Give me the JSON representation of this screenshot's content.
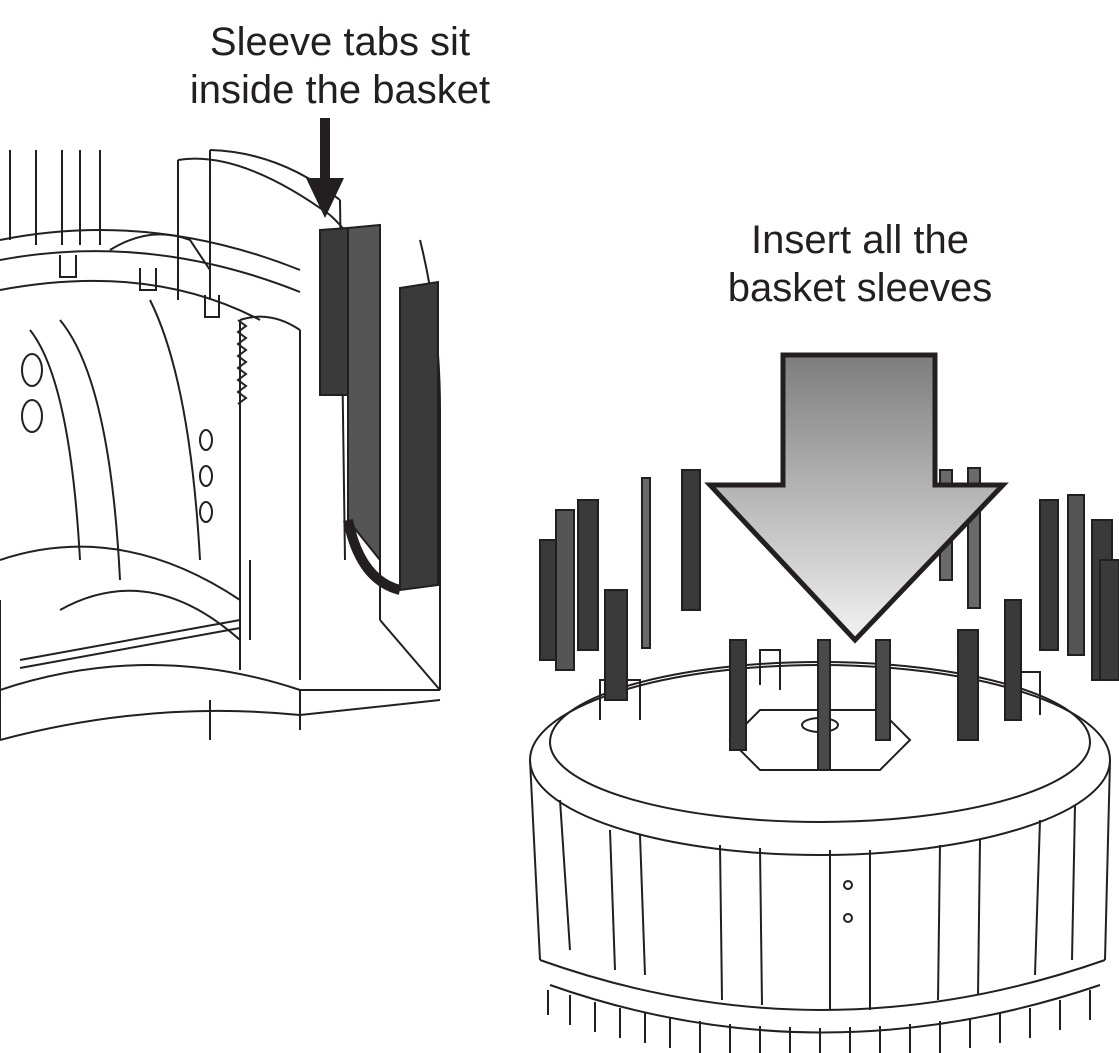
{
  "callouts": {
    "left": {
      "line1": "Sleeve tabs sit",
      "line2": "inside the basket"
    },
    "right": {
      "line1": "Insert all the",
      "line2": "basket sleeves"
    }
  },
  "colors": {
    "ink": "#231f20",
    "sleeve_dark": "#3a3a3a",
    "arrow_fill_top": "#7d7d7d",
    "arrow_fill_bottom": "#f2f2f2"
  },
  "icons": [
    "down-arrow-icon",
    "large-down-arrow-icon"
  ]
}
